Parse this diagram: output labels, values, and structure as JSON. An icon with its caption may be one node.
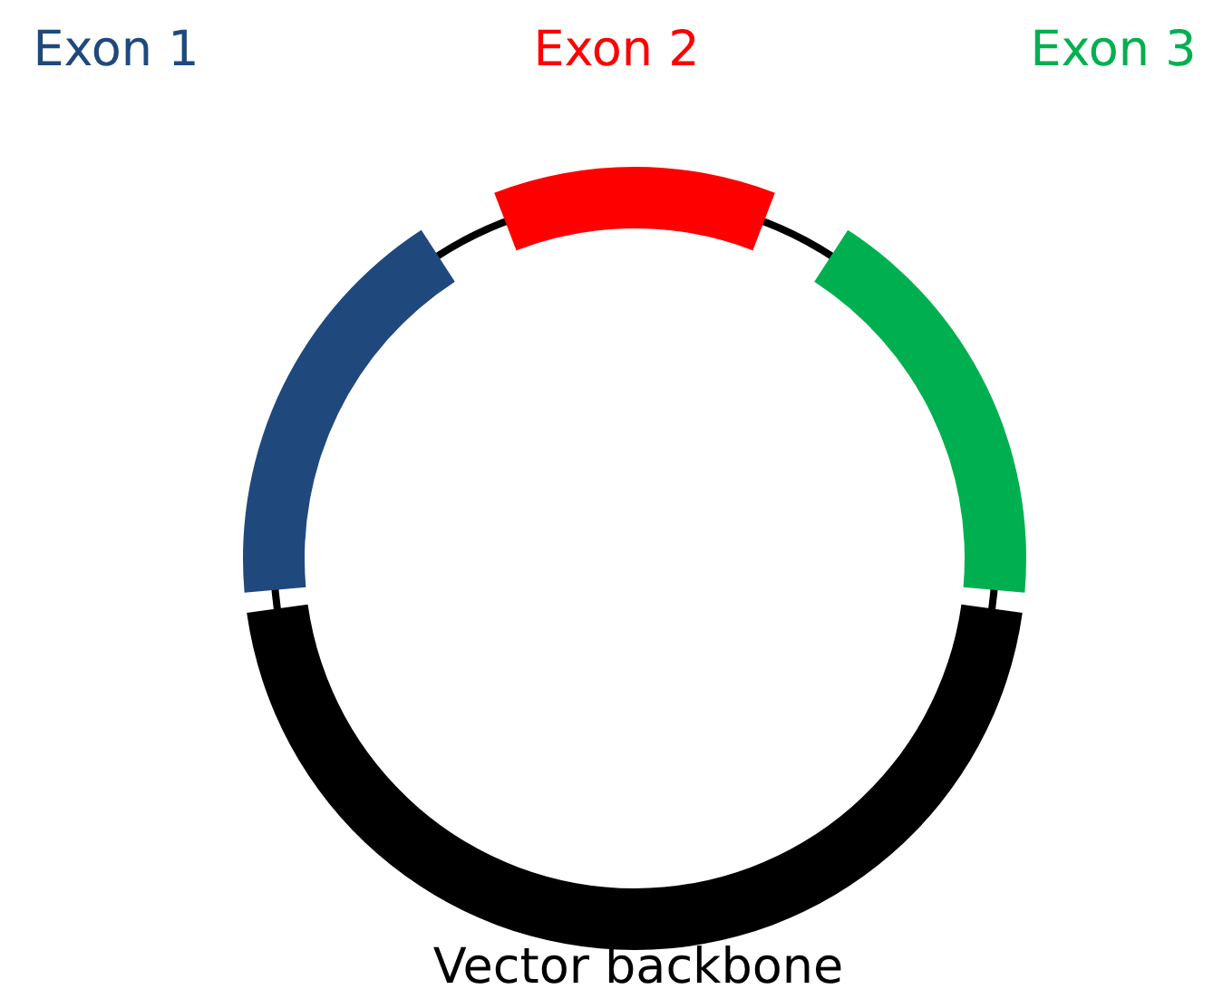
{
  "diagram": {
    "labels": [
      "Exon 1",
      "Exon 2",
      "Exon 3",
      "Vector backbone"
    ]
  }
}
